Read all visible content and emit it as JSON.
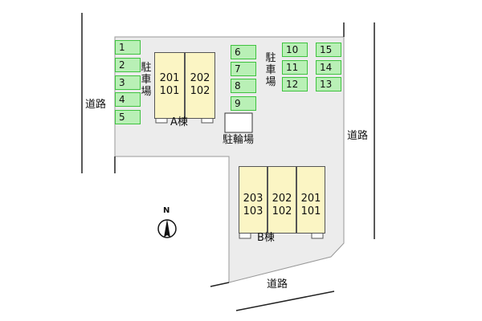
{
  "roads": {
    "left": "道路",
    "right": "道路",
    "bottom": "道路"
  },
  "parking_label": "駐車場",
  "bicycle_parking_label": "駐輪場",
  "building_a": {
    "name": "A棟",
    "upper_rooms": [
      "201",
      "202"
    ],
    "lower_rooms": [
      "101",
      "102"
    ]
  },
  "building_b": {
    "name": "B棟",
    "upper_rooms": [
      "203",
      "202",
      "201"
    ],
    "lower_rooms": [
      "103",
      "102",
      "101"
    ]
  },
  "parking_spaces": [
    "1",
    "2",
    "3",
    "4",
    "5",
    "6",
    "7",
    "8",
    "9",
    "10",
    "11",
    "12",
    "13",
    "14",
    "15"
  ],
  "compass": "N",
  "colors": {
    "lot": "#ececec",
    "parking_fill": "#b9f0b6",
    "parking_border": "#3fc23f",
    "unit_fill": "#fbf5c4"
  }
}
